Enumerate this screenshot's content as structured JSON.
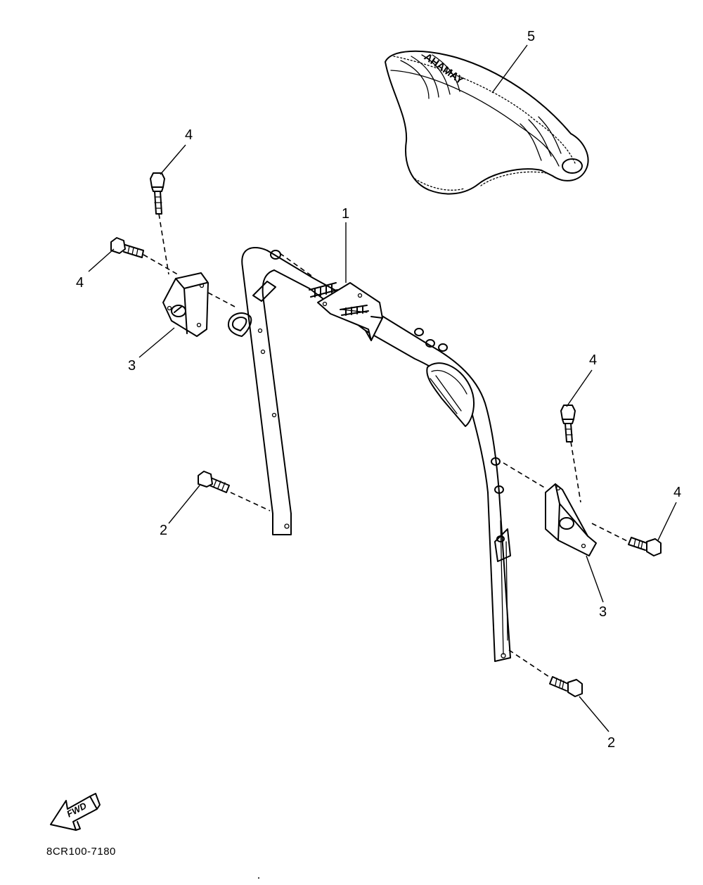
{
  "diagram": {
    "part_code": "8CR100-7180",
    "direction_arrow": "FWD",
    "seat_brand": "YAMAHA",
    "callouts": [
      {
        "id": "1",
        "label": "1"
      },
      {
        "id": "2a",
        "label": "2"
      },
      {
        "id": "2b",
        "label": "2"
      },
      {
        "id": "3a",
        "label": "3"
      },
      {
        "id": "3b",
        "label": "3"
      },
      {
        "id": "4a",
        "label": "4"
      },
      {
        "id": "4b",
        "label": "4"
      },
      {
        "id": "4c",
        "label": "4"
      },
      {
        "id": "4d",
        "label": "4"
      },
      {
        "id": "5",
        "label": "5"
      }
    ]
  }
}
